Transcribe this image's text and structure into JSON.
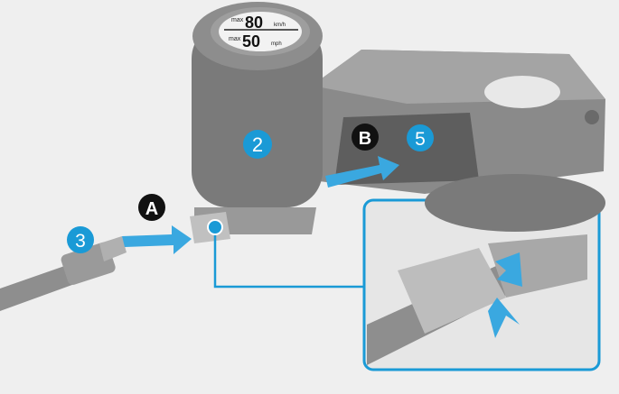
{
  "canister_label": {
    "max1": "max",
    "speed_kmh": "80",
    "unit_kmh": "km/h",
    "max2": "max",
    "speed_mph": "50",
    "unit_mph": "mph"
  },
  "callouts": {
    "canister": "2",
    "hose": "3",
    "inlet": "5",
    "step_a": "A",
    "step_b": "B"
  },
  "colors": {
    "accent": "#1a9ad6",
    "background": "#efefef",
    "body": "#7a7a7a"
  }
}
